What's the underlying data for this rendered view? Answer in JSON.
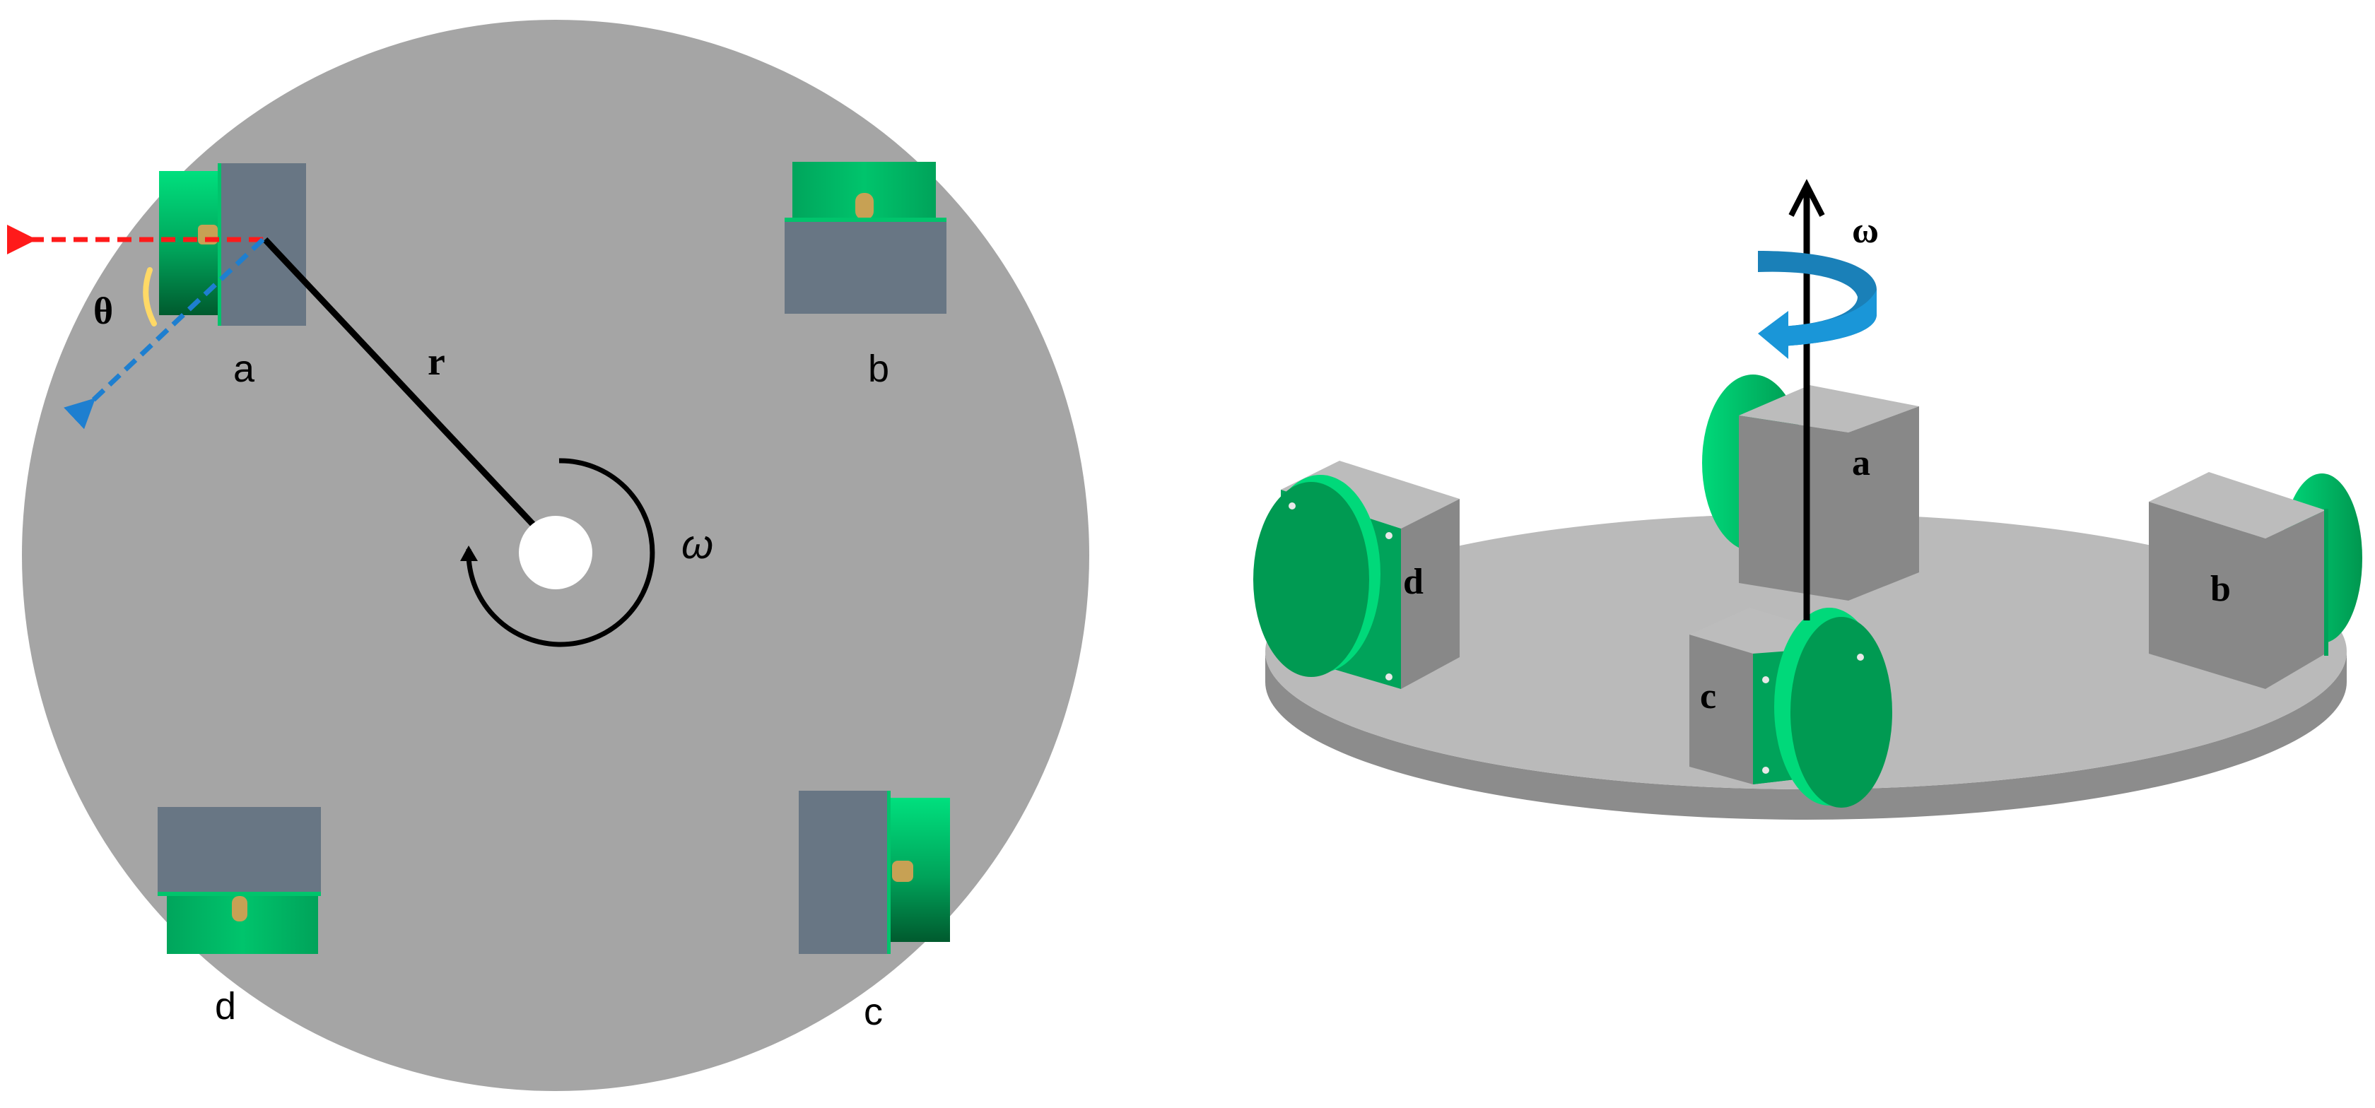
{
  "top_view": {
    "sensor_labels": [
      "a",
      "b",
      "c",
      "d"
    ],
    "radius_label": "r",
    "angle_label": "θ",
    "omega_label": "ω"
  },
  "iso_view": {
    "sensor_labels": [
      "a",
      "b",
      "c",
      "d"
    ],
    "omega_label": "ω"
  },
  "colors": {
    "disk_top_view": "#a5a5a5",
    "disk_iso_top": "#bababa",
    "disk_iso_side": "#8c8c8c",
    "sensor_body_top_view": "#687684",
    "sensor_body_iso": "#888888",
    "sensor_face_green": "#00a35a",
    "sensor_face_light": "#00de7c",
    "red_arrow": "#ff1a1a",
    "blue_arrow": "#1e7fd0",
    "rotation_arrow_blue": "#1a96d8",
    "angle_arc": "#ffd966"
  }
}
